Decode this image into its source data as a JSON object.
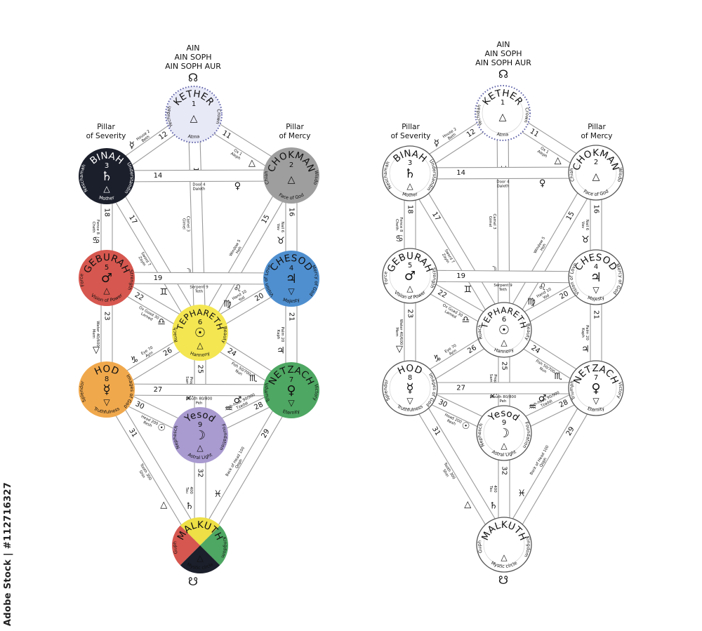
{
  "header": {
    "line1": "AIN",
    "line2": "AIN SOPH",
    "line3": "AIN SOPH AUR",
    "top_symbol": "☊",
    "bottom_symbol": "☋"
  },
  "pillars": {
    "severity": [
      "Pillar",
      "of Severity"
    ],
    "mercy": [
      "Pillar",
      "of Mercy"
    ]
  },
  "watermark": "Adobe Stock | #112716327",
  "sephiroth": [
    {
      "id": "kether",
      "name": "KETHER",
      "num": "1",
      "symbol": "△",
      "inv": false,
      "colors": [
        "#e8e9f7"
      ],
      "dotted": true,
      "labels": {
        "left": "Yechidah",
        "right": "Crown",
        "bottom": "Atma"
      }
    },
    {
      "id": "chokman",
      "name": "CHOKMAN",
      "num": "2",
      "symbol": "△",
      "inv": false,
      "colors": [
        "#9e9e9e"
      ],
      "labels": {
        "left": "Chiah",
        "right": "Wisdo",
        "bottom": "Face of God"
      }
    },
    {
      "id": "binah",
      "name": "BINAH",
      "num": "3",
      "symbol": "♄",
      "inv": false,
      "colors": [
        "#1b1f2b"
      ],
      "dark": true,
      "labels": {
        "left": "Neschamah",
        "right": "Understandin",
        "bottom": "Mother"
      }
    },
    {
      "id": "chesod",
      "name": "CHESOD",
      "num": "4",
      "symbol": "♃",
      "inv": true,
      "colors": [
        "#4f8fcf"
      ],
      "labels": {
        "left": "Vision of Love",
        "right": "Mercy of God",
        "bottom": "Majesty"
      }
    },
    {
      "id": "geburah",
      "name": "GEBURAH",
      "num": "5",
      "symbol": "♂",
      "inv": false,
      "colors": [
        "#d6574f"
      ],
      "labels": {
        "left": "Force",
        "right": "Strength",
        "bottom": "Vision of Power"
      }
    },
    {
      "id": "tiphareth",
      "name": "TEPHARETH",
      "num": "6",
      "symbol": "☉",
      "inv": false,
      "colors": [
        "#f3e651"
      ],
      "labels": {
        "left": "Ruach",
        "right": "Beauty",
        "bottom": "Harmony"
      }
    },
    {
      "id": "netzach",
      "name": "NETZACH",
      "num": "7",
      "symbol": "♀",
      "inv": true,
      "colors": [
        "#4ea762"
      ],
      "labels": {
        "left": "Triumph",
        "right": "Victory",
        "bottom": "Eternity"
      }
    },
    {
      "id": "hod",
      "name": "HOD",
      "num": "8",
      "symbol": "☿",
      "inv": true,
      "colors": [
        "#f0a84c"
      ],
      "labels": {
        "left": "Splendor",
        "right": "Images of God",
        "bottom": "Truthfulness"
      }
    },
    {
      "id": "yesod",
      "name": "Yesod",
      "num": "9",
      "symbol": "☽",
      "inv": false,
      "colors": [
        "#a99ad0"
      ],
      "labels": {
        "left": "Nephesch",
        "right": "Foundation",
        "bottom": "Astral Light"
      }
    },
    {
      "id": "malkuth",
      "name": "MALKUTH",
      "num": "",
      "symbol": "▽",
      "inv": false,
      "colors": [
        "#eddf45",
        "#4ea762",
        "#1b1f2b",
        "#d6574f"
      ],
      "labels": {
        "left": "Guph",
        "right": "Kingdom",
        "bottom": "Mystic circle"
      }
    }
  ],
  "paths": [
    {
      "num": "11",
      "from": "kether",
      "to": "chokman",
      "letter": "Ox 1\nAleph",
      "symbol": "△"
    },
    {
      "num": "12",
      "from": "kether",
      "to": "binah",
      "letter": "House 2\nBeth",
      "symbol": "☿"
    },
    {
      "num": "13",
      "from": "kether",
      "to": "tiphareth",
      "letter": "Camel 3\nGimel",
      "symbol": "☽"
    },
    {
      "num": "14",
      "from": "binah",
      "to": "chokman",
      "letter": "Door 4\nDaleth",
      "symbol": "♀"
    },
    {
      "num": "15",
      "from": "chokman",
      "to": "tiphareth",
      "letter": "Window 5\nHeh",
      "symbol": "♈"
    },
    {
      "num": "16",
      "from": "chokman",
      "to": "chesod",
      "letter": "Nail 6\nVav",
      "symbol": "♉"
    },
    {
      "num": "17",
      "from": "binah",
      "to": "tiphareth",
      "letter": "Sword 7\nZayin",
      "symbol": "♊"
    },
    {
      "num": "18",
      "from": "binah",
      "to": "geburah",
      "letter": "Fence 8\nCheth",
      "symbol": "♋"
    },
    {
      "num": "19",
      "from": "geburah",
      "to": "chesod",
      "letter": "Serpent 9\nTeth",
      "symbol": "♌"
    },
    {
      "num": "20",
      "from": "chesod",
      "to": "tiphareth",
      "letter": "Hand 10\nYod",
      "symbol": "♍"
    },
    {
      "num": "21",
      "from": "chesod",
      "to": "netzach",
      "letter": "Palm 20\nKaph",
      "symbol": "♃"
    },
    {
      "num": "22",
      "from": "geburah",
      "to": "tiphareth",
      "letter": "Ox Goad 30\nLamed",
      "symbol": "♎"
    },
    {
      "num": "23",
      "from": "geburah",
      "to": "hod",
      "letter": "Water 40/600\nMem",
      "symbol": "▽"
    },
    {
      "num": "24",
      "from": "tiphareth",
      "to": "netzach",
      "letter": "Fish 50/700\nNun",
      "symbol": "♏"
    },
    {
      "num": "25",
      "from": "tiphareth",
      "to": "yesod",
      "letter": "Prop 60\nSamech",
      "symbol": "♐"
    },
    {
      "num": "26",
      "from": "tiphareth",
      "to": "hod",
      "letter": "Eye 70\nAyin",
      "symbol": "♑"
    },
    {
      "num": "27",
      "from": "hod",
      "to": "netzach",
      "letter": "Mouth 80/800\nPeh",
      "symbol": "♂"
    },
    {
      "num": "28",
      "from": "netzach",
      "to": "yesod",
      "letter": "Fish-hook 90/900\nTzaddi",
      "symbol": "♒"
    },
    {
      "num": "29",
      "from": "netzach",
      "to": "malkuth",
      "letter": "Back of Head 100\nQoph",
      "symbol": "♓"
    },
    {
      "num": "30",
      "from": "hod",
      "to": "yesod",
      "letter": "Head 200\nResh",
      "symbol": "☉"
    },
    {
      "num": "31",
      "from": "hod",
      "to": "malkuth",
      "letter": "Tooth 300\nShin",
      "symbol": "△"
    },
    {
      "num": "32",
      "from": "yesod",
      "to": "malkuth",
      "letter": "400\nTau",
      "symbol": "♄"
    }
  ],
  "colors": {
    "path_fill": "#ffffff",
    "path_stroke": "#9a9a9a",
    "outline": "#555555",
    "text": "#111111"
  }
}
